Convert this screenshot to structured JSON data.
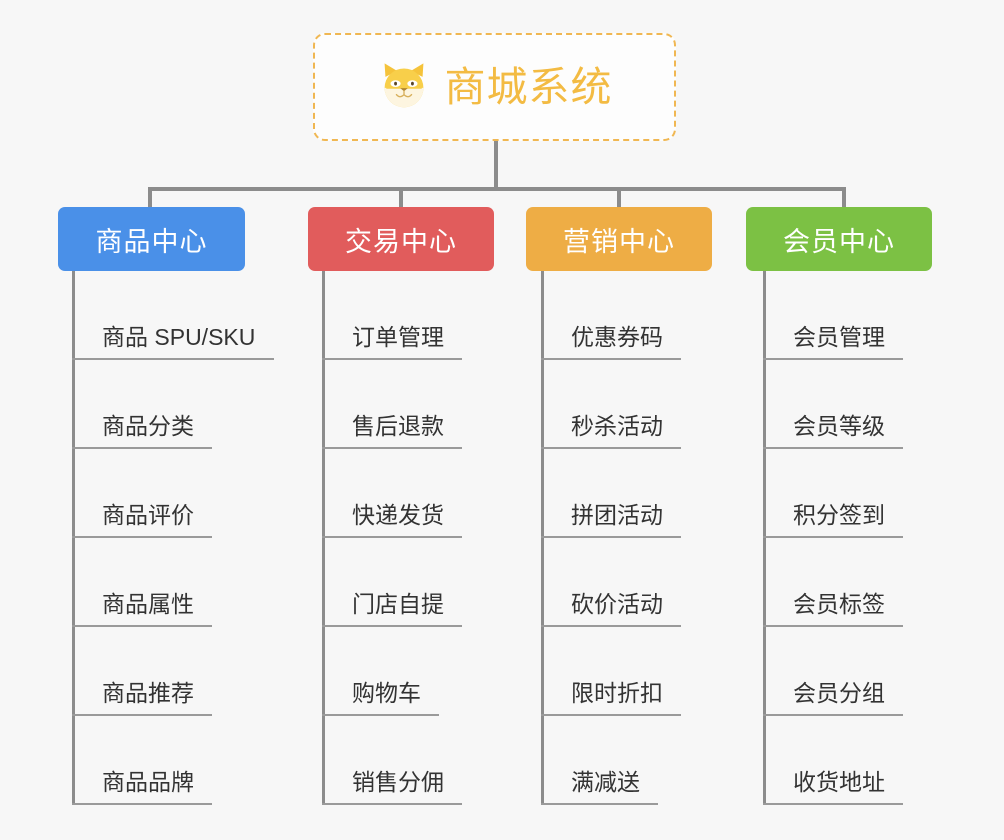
{
  "background_color": "#f7f7f7",
  "root": {
    "title": "商城系统",
    "icon": "shiba-dog-face-icon",
    "title_color": "#f3bb43",
    "border_color": "#f0b752",
    "border_style": "dashed"
  },
  "connector_color": "#8c8c8c",
  "branches": [
    {
      "label": "商品中心",
      "color": "#4a90e8",
      "items": [
        "商品 SPU/SKU",
        "商品分类",
        "商品评价",
        "商品属性",
        "商品推荐",
        "商品品牌"
      ]
    },
    {
      "label": "交易中心",
      "color": "#e15c5c",
      "items": [
        "订单管理",
        "售后退款",
        "快递发货",
        "门店自提",
        "购物车",
        "销售分佣"
      ]
    },
    {
      "label": "营销中心",
      "color": "#eead45",
      "items": [
        "优惠券码",
        "秒杀活动",
        "拼团活动",
        "砍价活动",
        "限时折扣",
        "满减送"
      ]
    },
    {
      "label": "会员中心",
      "color": "#7cc144",
      "items": [
        "会员管理",
        "会员等级",
        "积分签到",
        "会员标签",
        "会员分组",
        "收货地址"
      ]
    }
  ]
}
